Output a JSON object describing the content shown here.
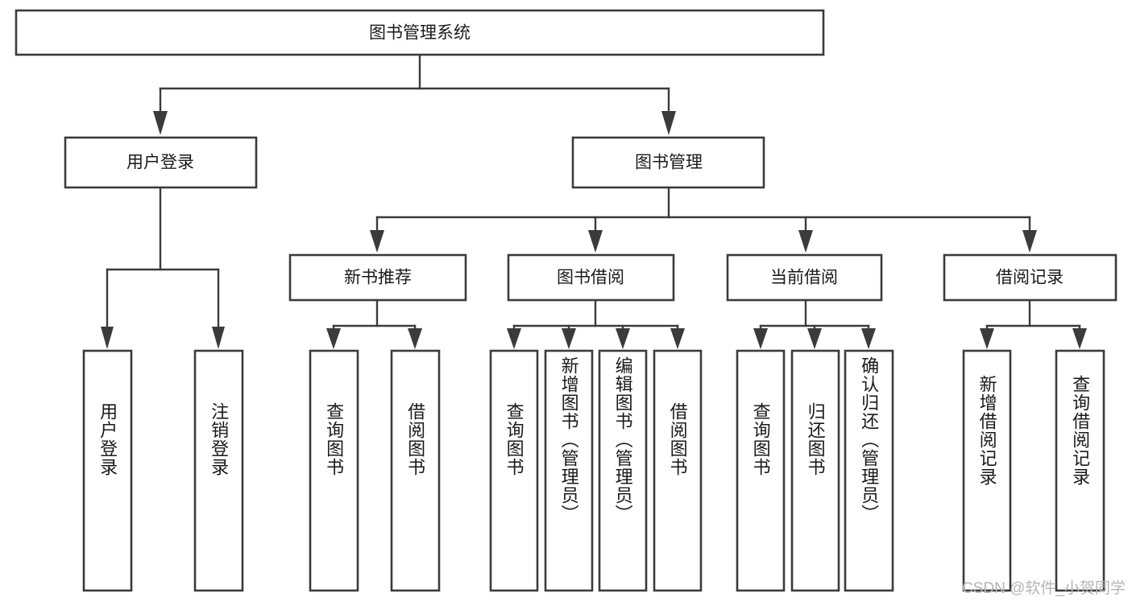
{
  "diagram": {
    "title": "图书管理系统",
    "type": "tree-hierarchy",
    "watermark": "CSDN @软件_小贺同学",
    "root": {
      "label": "图书管理系统",
      "orientation": "horizontal"
    },
    "level2": [
      {
        "label": "用户登录",
        "orientation": "horizontal"
      },
      {
        "label": "图书管理",
        "orientation": "horizontal"
      }
    ],
    "level3": [
      {
        "label": "新书推荐",
        "orientation": "horizontal"
      },
      {
        "label": "图书借阅",
        "orientation": "horizontal"
      },
      {
        "label": "当前借阅",
        "orientation": "horizontal"
      },
      {
        "label": "借阅记录",
        "orientation": "horizontal"
      }
    ],
    "leaves": [
      {
        "label": "用户登录",
        "parent": "用户登录",
        "orientation": "vertical"
      },
      {
        "label": "注销登录",
        "parent": "用户登录",
        "orientation": "vertical"
      },
      {
        "label": "查询图书",
        "parent": "新书推荐",
        "orientation": "vertical"
      },
      {
        "label": "借阅图书",
        "parent": "新书推荐",
        "orientation": "vertical"
      },
      {
        "label": "查询图书",
        "parent": "图书借阅",
        "orientation": "vertical"
      },
      {
        "label": "新增图书（管理员）",
        "parent": "图书借阅",
        "orientation": "vertical"
      },
      {
        "label": "编辑图书（管理员）",
        "parent": "图书借阅",
        "orientation": "vertical"
      },
      {
        "label": "借阅图书",
        "parent": "图书借阅",
        "orientation": "vertical"
      },
      {
        "label": "查询图书",
        "parent": "当前借阅",
        "orientation": "vertical"
      },
      {
        "label": "归还图书",
        "parent": "当前借阅",
        "orientation": "vertical"
      },
      {
        "label": "确认归还（管理员）",
        "parent": "当前借阅",
        "orientation": "vertical"
      },
      {
        "label": "新增借阅记录",
        "parent": "借阅记录",
        "orientation": "vertical"
      },
      {
        "label": "查询借阅记录",
        "parent": "借阅记录",
        "orientation": "vertical"
      }
    ],
    "colors": {
      "stroke": "#3b3b3b",
      "fill": "#ffffff",
      "text": "#1a1a1a",
      "watermark": "#b4b4b4"
    }
  }
}
